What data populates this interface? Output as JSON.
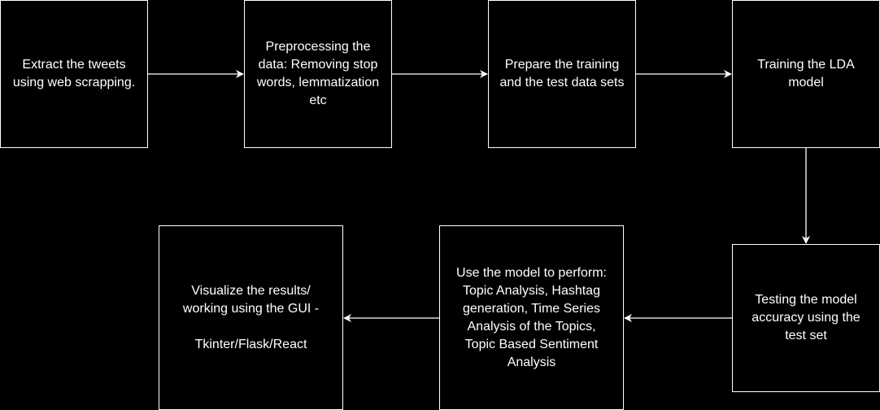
{
  "diagram": {
    "background": "#000000",
    "line_color": "#ffffff",
    "nodes": [
      {
        "id": "n1",
        "label": "Extract the tweets\nusing web scrapping."
      },
      {
        "id": "n2",
        "label": "Preprocessing the\ndata: Removing stop\nwords, lemmatization\netc"
      },
      {
        "id": "n3",
        "label": "Prepare the training\nand the test data sets"
      },
      {
        "id": "n4",
        "label": "Training the LDA\nmodel"
      },
      {
        "id": "n5",
        "label": "Testing the model\naccuracy using the\ntest set"
      },
      {
        "id": "n6",
        "label": "Use the model to perform:\nTopic Analysis, Hashtag\ngeneration, Time Series\nAnalysis of the Topics,\nTopic Based Sentiment\nAnalysis"
      },
      {
        "id": "n7",
        "label": "Visualize the results/\nworking using the GUI -\n\nTkinter/Flask/React"
      }
    ],
    "edges": [
      {
        "from": "n1",
        "to": "n2"
      },
      {
        "from": "n2",
        "to": "n3"
      },
      {
        "from": "n3",
        "to": "n4"
      },
      {
        "from": "n4",
        "to": "n5"
      },
      {
        "from": "n5",
        "to": "n6"
      },
      {
        "from": "n6",
        "to": "n7"
      }
    ]
  }
}
